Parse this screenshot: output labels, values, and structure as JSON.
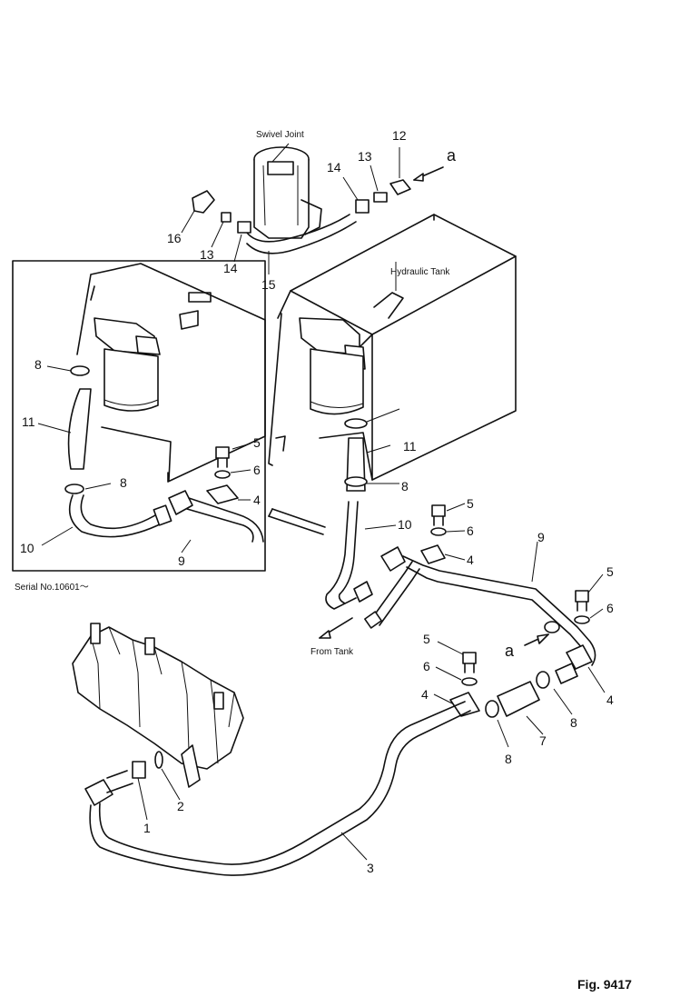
{
  "captions": {
    "swivel_joint": "Swivel Joint",
    "hydraulic_tank": "Hydraulic Tank",
    "from_tank": "From Tank",
    "serial_no": "Serial No.10601～",
    "figure": "Fig. 9417"
  },
  "callouts": {
    "n1": "1",
    "n2": "2",
    "n3": "3",
    "n4_inset": "4",
    "n4_clamp_upper": "4",
    "n4_clamp_right": "4",
    "n4_clamp_lower": "4",
    "n5_inset": "5",
    "n5_upper": "5",
    "n5_right": "5",
    "n5_lower": "5",
    "n6_inset": "6",
    "n6_upper": "6",
    "n6_right": "6",
    "n6_lower": "6",
    "n7": "7",
    "n8_inset_top": "8",
    "n8_inset_bottom": "8",
    "n8_tank": "8",
    "n8_lower_a": "8",
    "n8_lower_b": "8",
    "n9_inset": "9",
    "n9_main": "9",
    "n10_inset": "10",
    "n10_main": "10",
    "n11_inset": "11",
    "n11_main": "11",
    "n12": "12",
    "n13_top": "13",
    "n13_left": "13",
    "n14_top": "14",
    "n14_left": "14",
    "n15": "15",
    "n16": "16",
    "a_top": "a",
    "a_mid": "a"
  }
}
